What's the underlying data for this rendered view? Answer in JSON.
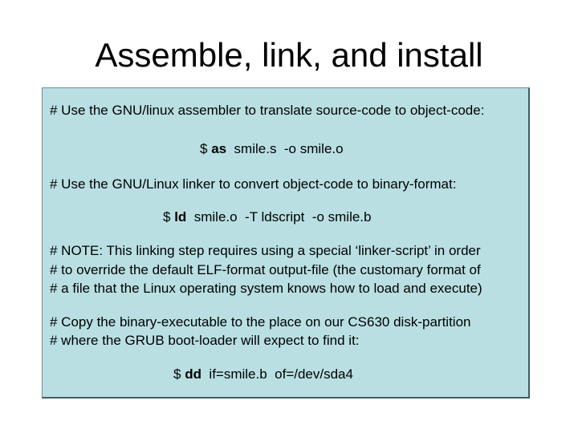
{
  "slide": {
    "title": "Assemble, link, and install"
  },
  "content": {
    "comment_assemble": "# Use the GNU/linux assembler to translate source-code to object-code:",
    "cmd_assemble": {
      "prompt": "$ ",
      "keyword": "as",
      "args": "  smile.s  -o smile.o"
    },
    "comment_link": "# Use the GNU/Linux linker to convert object-code to binary-format:",
    "cmd_link": {
      "prompt": "$ ",
      "keyword": "ld",
      "args": "  smile.o  -T ldscript  -o smile.b"
    },
    "note_lines": [
      "# NOTE: This linking step requires using a special ‘linker-script’ in order",
      "# to override the default ELF-format output-file (the customary format of",
      "# a file that the Linux operating system knows how to load and execute)"
    ],
    "copy_lines": [
      "# Copy the binary-executable to the place on our CS630 disk-partition",
      "# where the GRUB boot-loader will expect to find it:"
    ],
    "cmd_copy": {
      "prompt": "$ ",
      "keyword": "dd",
      "args": "  if=smile.b  of=/dev/sda4"
    }
  },
  "colors": {
    "box_background": "#b9dfe2",
    "box_border": "#3f5d60",
    "text": "#000000"
  }
}
